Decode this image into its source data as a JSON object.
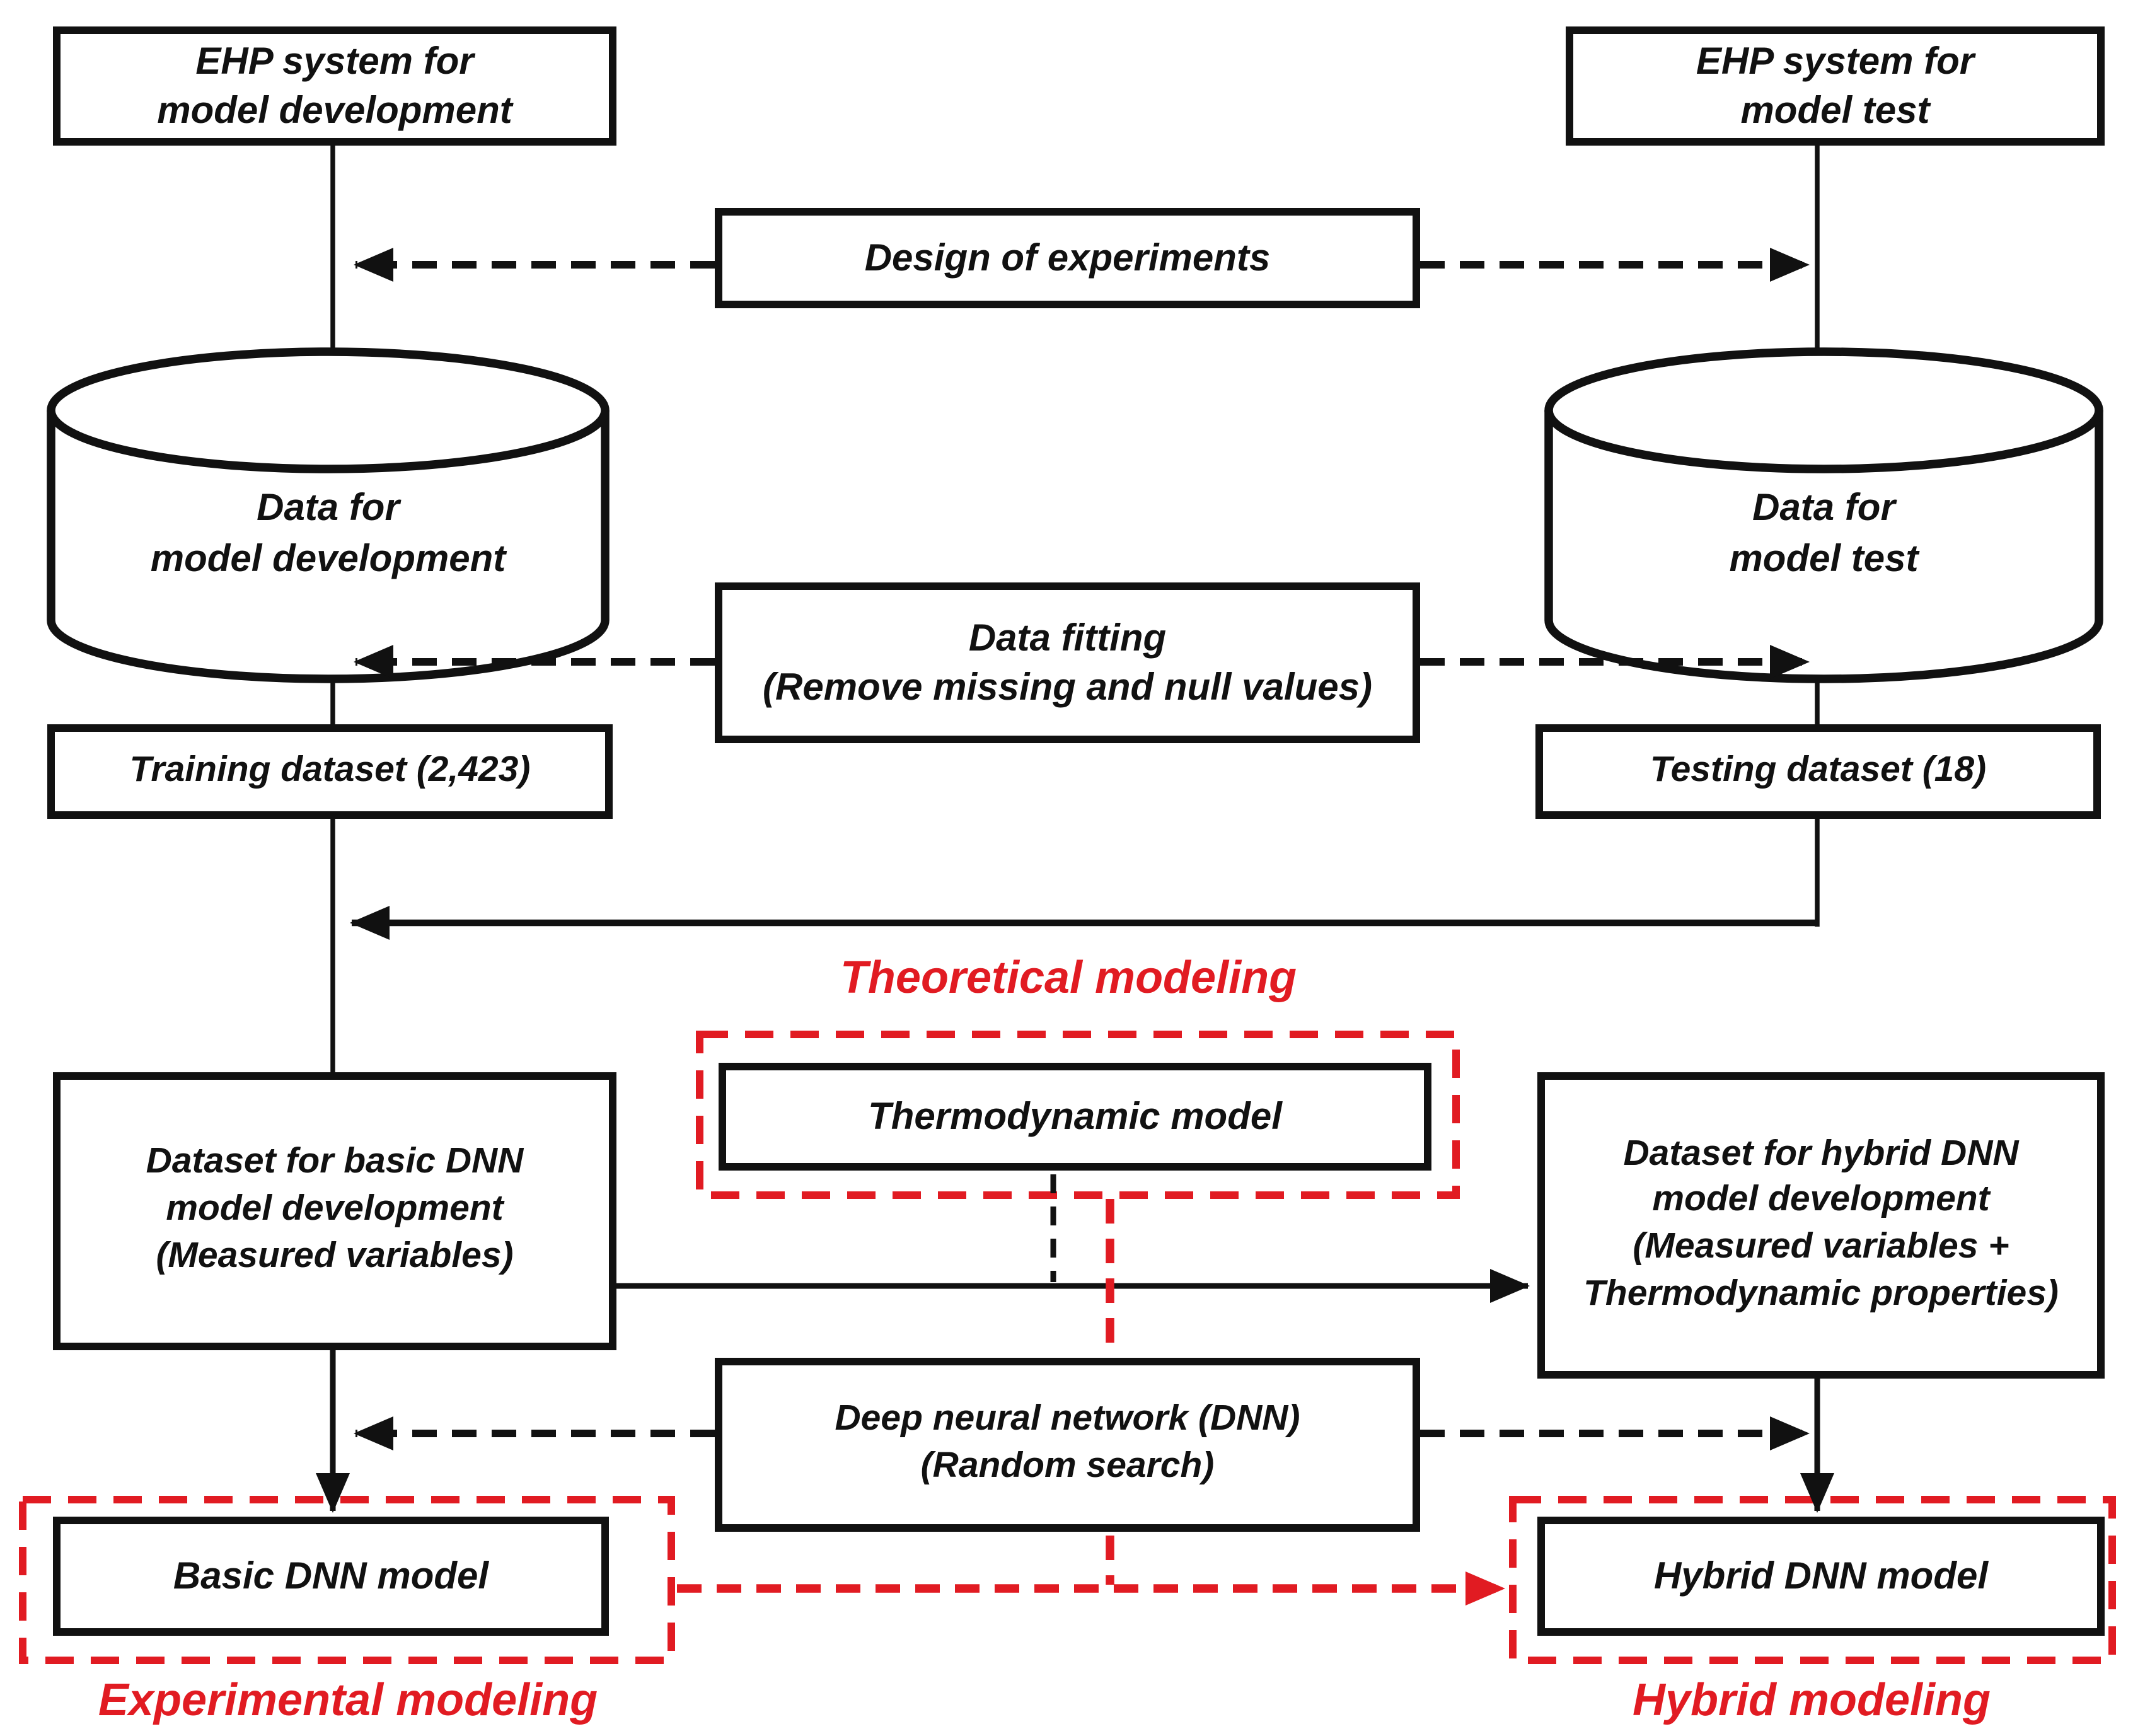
{
  "diagram_title": "DNN model development flowchart",
  "colors": {
    "line_black": "#111111",
    "accent_red": "#e11b22",
    "background": "#ffffff"
  },
  "nodes": {
    "ehp_dev": {
      "label": "EHP system for\nmodel development"
    },
    "ehp_test": {
      "label": "EHP system for\nmodel test"
    },
    "doe": {
      "label": "Design of experiments"
    },
    "data_dev": {
      "label": "Data for\nmodel development"
    },
    "data_test": {
      "label": "Data for\nmodel test"
    },
    "data_fitting": {
      "label": "Data fitting\n(Remove missing and null values)"
    },
    "training": {
      "label": "Training dataset (2,423)"
    },
    "testing": {
      "label": "Testing dataset (18)"
    },
    "thermo": {
      "label": "Thermodynamic model"
    },
    "basic_dataset": {
      "label": "Dataset for basic DNN\nmodel development\n(Measured variables)"
    },
    "hybrid_dataset": {
      "label": "Dataset for hybrid DNN\nmodel development\n(Measured variables +\nThermodynamic properties)"
    },
    "dnn": {
      "label": "Deep neural network (DNN)\n(Random search)"
    },
    "basic_model": {
      "label": "Basic DNN model"
    },
    "hybrid_model": {
      "label": "Hybrid DNN model"
    }
  },
  "captions": {
    "theoretical": "Theoretical modeling",
    "experimental": "Experimental modeling",
    "hybrid": "Hybrid modeling"
  },
  "counts": {
    "training_samples": "2,423",
    "testing_samples": "18"
  }
}
